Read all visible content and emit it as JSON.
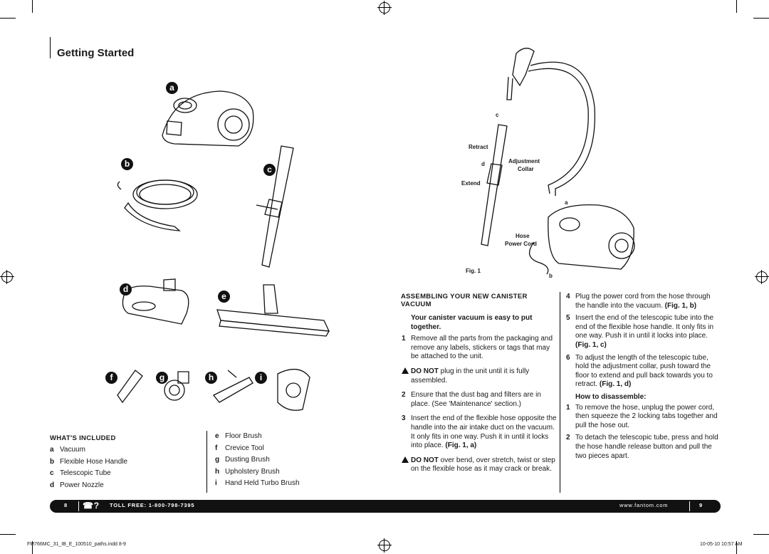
{
  "page_title": "Getting Started",
  "badges": [
    "a",
    "b",
    "c",
    "d",
    "e",
    "f",
    "g",
    "h",
    "i"
  ],
  "whats_included": {
    "heading": "WHAT'S INCLUDED",
    "left": [
      {
        "key": "a",
        "label": "Vacuum"
      },
      {
        "key": "b",
        "label": "Flexible Hose Handle"
      },
      {
        "key": "c",
        "label": "Telescopic Tube"
      },
      {
        "key": "d",
        "label": "Power Nozzle"
      }
    ],
    "right": [
      {
        "key": "e",
        "label": "Floor Brush"
      },
      {
        "key": "f",
        "label": "Crevice Tool"
      },
      {
        "key": "g",
        "label": "Dusting Brush"
      },
      {
        "key": "h",
        "label": "Upholstery Brush"
      },
      {
        "key": "i",
        "label": "Hand Held Turbo Brush"
      }
    ]
  },
  "figure": {
    "labels": {
      "c": "c",
      "retract": "Retract",
      "d": "d",
      "adjustment": "Adjustment",
      "collar": "Collar",
      "extend": "Extend",
      "a": "a",
      "hose": "Hose",
      "power_cord": "Power Cord",
      "fig": "Fig. 1",
      "b": "b"
    }
  },
  "assembly": {
    "heading_1": "ASSEMBLING YOUR NEW CANISTER",
    "heading_2": "VACUUM",
    "intro": "Your canister vacuum is easy to put together.",
    "step1": "Remove all the parts from the packaging and remove any labels, stickers or tags that may be attached to the unit.",
    "warn1_bold": "DO NOT",
    "warn1_text": " plug in the unit until it is fully assembled.",
    "step2": "Ensure that the dust bag and filters are in place.  (See 'Maintenance' section.)",
    "step3": "Insert the end of the flexible hose opposite the handle into the air intake duct on the vacuum.  It only fits in one way.  Push it in until it locks into place.",
    "step3_ref": "(Fig. 1, a)",
    "warn2_bold": "DO NOT",
    "warn2_text": " over bend, over stretch, twist or step on the flexible hose as it may crack or break.",
    "step4": "Plug the power cord from the hose through the handle into the vacuum.",
    "step4_ref": "(Fig. 1, b)",
    "step5": "Insert the end of the telescopic tube into the end of the flexible hose handle. It only fits in one way.  Push it in until it locks into place.",
    "step5_ref": "(Fig. 1, c)",
    "step6": "To adjust the length of the telescopic tube, hold the adjustment collar, push toward the floor to extend and pull back towards you to retract.",
    "step6_ref": "(Fig. 1, d)",
    "disassemble_heading": "How to disassemble:",
    "d1": "To remove the hose, unplug the power cord, then squeeze the 2 locking tabs together and pull the hose out.",
    "d2": "To detach the telescopic tube, press and hold the hose handle release button and pull the two pieces apart."
  },
  "footer": {
    "page_left": "8",
    "phone_icon": "phone-icon",
    "toll_free": "TOLL FREE: 1-800-798-7395",
    "website": "www.fantom.com",
    "page_right": "9"
  },
  "slug": {
    "file": "FM766MC_31_IB_E_100510_paths.indd   8-9",
    "date": "10-05-10   10:57 AM"
  }
}
